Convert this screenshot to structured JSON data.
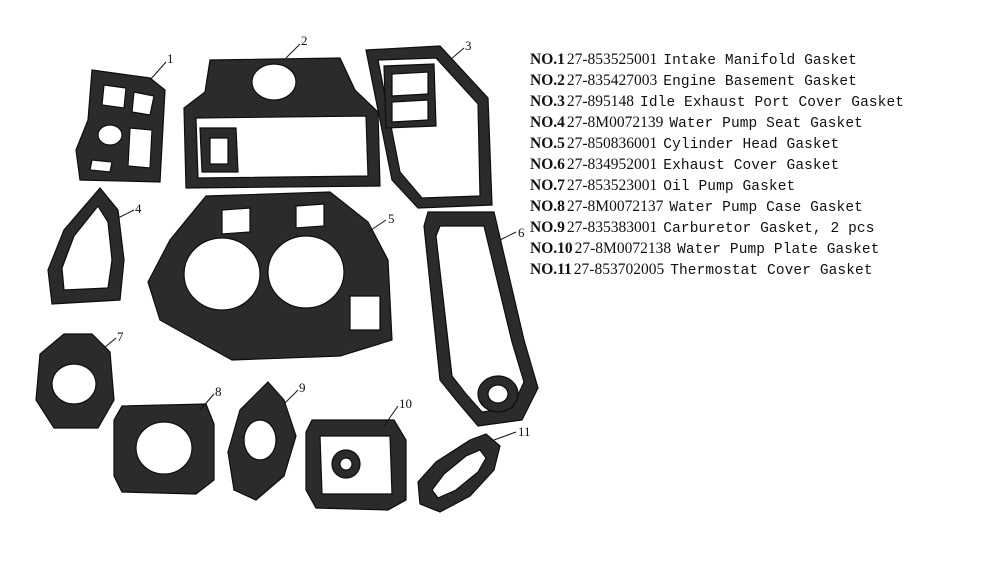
{
  "callouts": [
    "1",
    "2",
    "3",
    "4",
    "5",
    "6",
    "7",
    "8",
    "9",
    "10",
    "11"
  ],
  "parts": [
    {
      "no": "NO.1",
      "part_number": "27-853525001",
      "description": "Intake Manifold Gasket"
    },
    {
      "no": "NO.2",
      "part_number": "27-835427003",
      "description": "Engine Basement Gasket"
    },
    {
      "no": "NO.3",
      "part_number": "27-895148",
      "description": "Idle Exhaust Port Cover Gasket"
    },
    {
      "no": "NO.4",
      "part_number": "27-8M0072139",
      "description": "Water Pump Seat Gasket"
    },
    {
      "no": "NO.5",
      "part_number": "27-850836001",
      "description": "Cylinder Head Gasket"
    },
    {
      "no": "NO.6",
      "part_number": "27-834952001",
      "description": "Exhaust Cover Gasket"
    },
    {
      "no": "NO.7",
      "part_number": "27-853523001",
      "description": "Oil Pump Gasket"
    },
    {
      "no": "NO.8",
      "part_number": "27-8M0072137",
      "description": "Water Pump Case Gasket"
    },
    {
      "no": "NO.9",
      "part_number": "27-835383001",
      "description": "Carburetor Gasket, 2 pcs"
    },
    {
      "no": "NO.10",
      "part_number": "27-8M0072138",
      "description": "Water Pump Plate Gasket"
    },
    {
      "no": "NO.11",
      "part_number": "27-853702005",
      "description": "Thermostat Cover Gasket"
    }
  ]
}
